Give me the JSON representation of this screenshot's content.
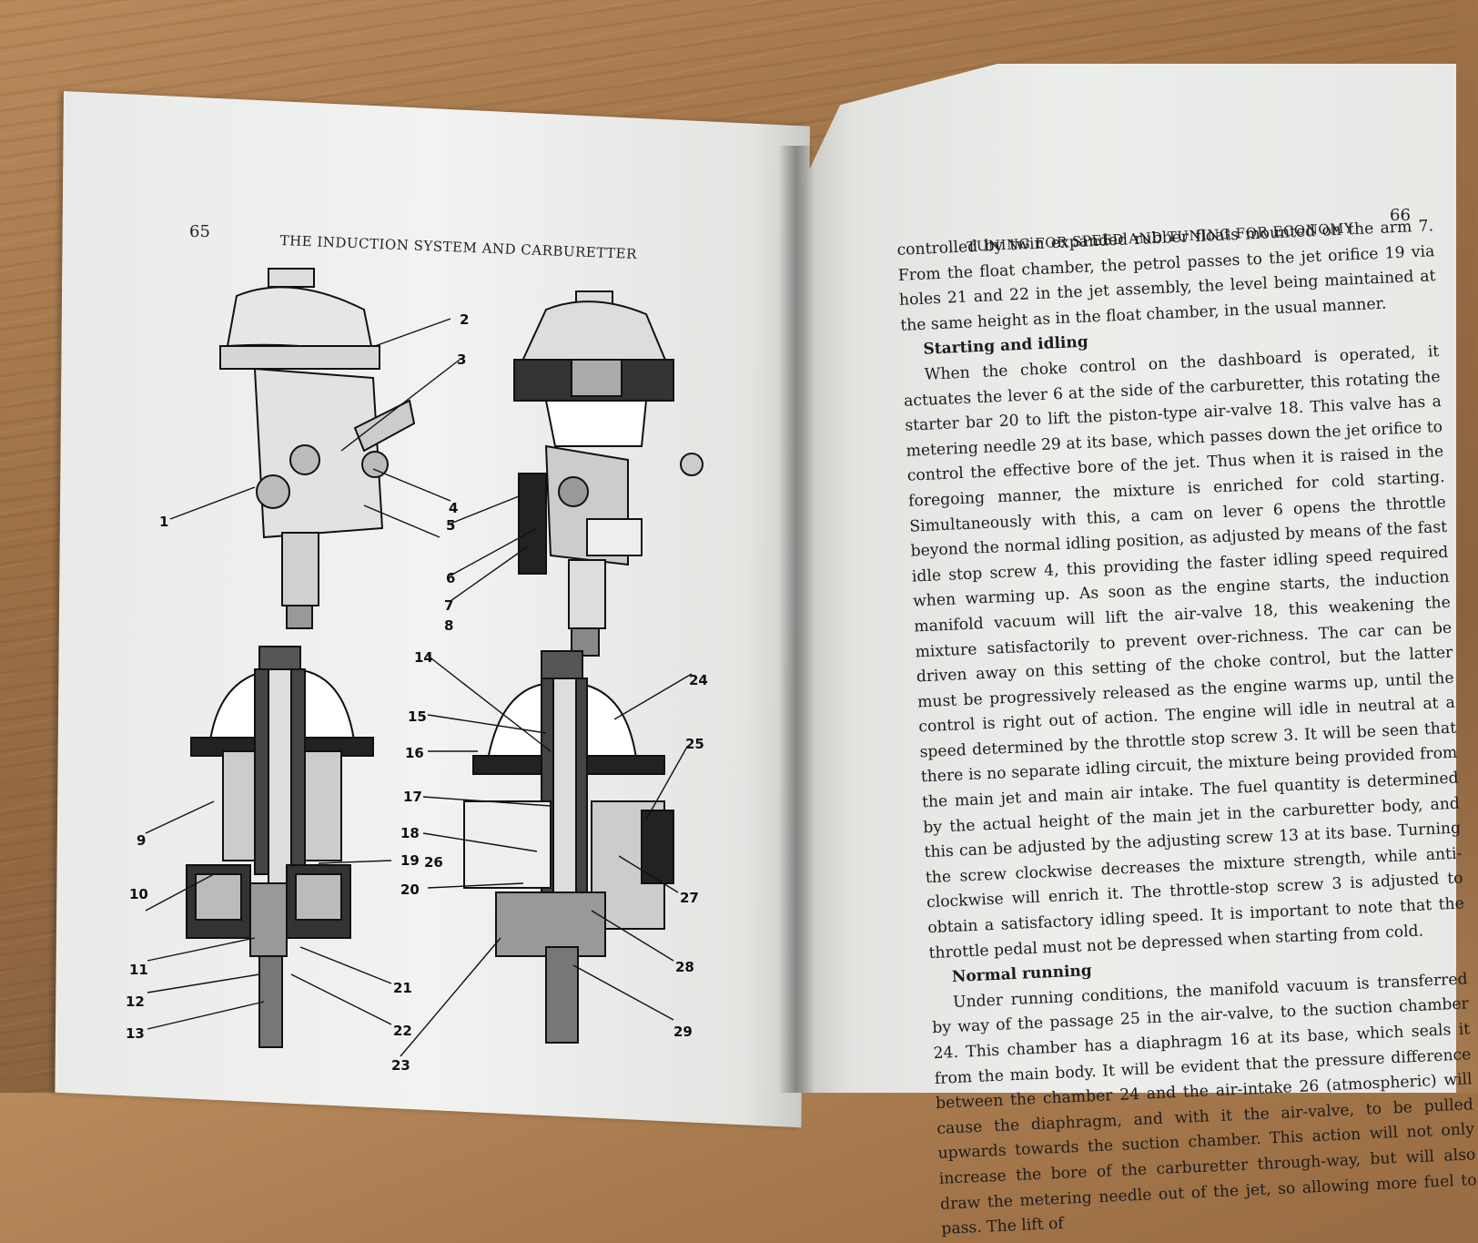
{
  "left_page": {
    "page_number": "65",
    "running_head": "THE INDUCTION SYSTEM AND CARBURETTER",
    "callouts": [
      "1",
      "2",
      "3",
      "4",
      "5",
      "6",
      "7",
      "8",
      "9",
      "10",
      "11",
      "12",
      "13",
      "14",
      "15",
      "16",
      "17",
      "18",
      "19",
      "20",
      "21",
      "22",
      "23",
      "24",
      "25",
      "26",
      "27",
      "28",
      "29"
    ]
  },
  "right_page": {
    "page_number": "66",
    "running_head": "TUNING FOR SPEED AND TUNING FOR ECONOMY",
    "intro": "controlled by twin expanded rubber floats mounted on the arm 7. From the float chamber, the petrol passes to the jet orifice 19 via holes 21 and 22 in the jet assembly, the level being maintained at the same height as in the float chamber, in the usual manner.",
    "section1_heading": "Starting and idling",
    "section1_body": "When the choke control on the dashboard is operated, it actuates the lever 6 at the side of the carburetter, this rotating the starter bar 20 to lift the piston-type air-valve 18. This valve has a metering needle 29 at its base, which passes down the jet orifice to control the effective bore of the jet. Thus when it is raised in the foregoing manner, the mixture is enriched for cold starting. Simultaneously with this, a cam on lever 6 opens the throttle beyond the normal idling position, as adjusted by means of the fast idle stop screw 4, this providing the faster idling speed required when warming up. As soon as the engine starts, the induction manifold vacuum will lift the air-valve 18, this weakening the mixture satisfactorily to prevent over-richness. The car can be driven away on this setting of the choke control, but the latter must be progressively released as the engine warms up, until the control is right out of action. The engine will idle in neutral at a speed determined by the throttle stop screw 3. It will be seen that there is no separate idling circuit, the mixture being provided from the main jet and main air intake. The fuel quantity is determined by the actual height of the main jet in the carburetter body, and this can be adjusted by the adjusting screw 13 at its base. Turning the screw clockwise decreases the mixture strength, while anti-clockwise will enrich it. The throttle-stop screw 3 is adjusted to obtain a satisfactory idling speed. It is important to note that the throttle pedal must not be depressed when starting from cold.",
    "section2_heading": "Normal running",
    "section2_body": "Under running conditions, the manifold vacuum is transferred by way of the passage 25 in the air-valve, to the suction chamber 24. This chamber has a diaphragm 16 at its base, which seals it from the main body. It will be evident that the pressure difference between the chamber 24 and the air-intake 26 (atmospheric) will cause the diaphragm, and with it the air-valve, to be pulled upwards towards the suction chamber. This action will not only increase the bore of the carburetter through-way, but will also draw the metering needle out of the jet, so allowing more fuel to pass. The lift of"
  }
}
